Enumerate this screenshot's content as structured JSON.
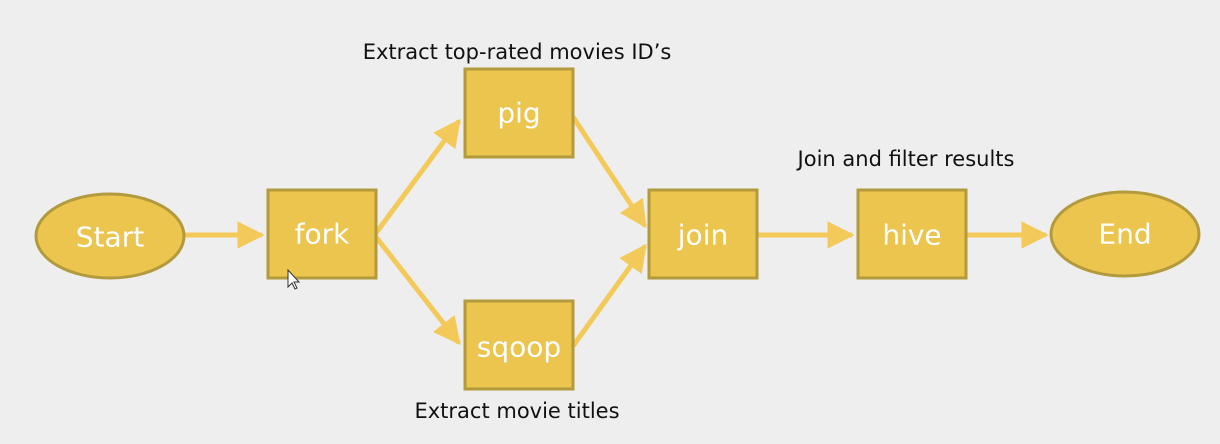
{
  "colors": {
    "background": "#eeeeee",
    "node_fill": "#ecc54e",
    "node_stroke": "#b39a3c",
    "arrow": "#f3ca5a",
    "node_text": "#ffffff",
    "annotation_text": "#111111"
  },
  "nodes": {
    "start": "Start",
    "fork": "fork",
    "pig": "pig",
    "sqoop": "sqoop",
    "join": "join",
    "hive": "hive",
    "end": "End"
  },
  "annotations": {
    "pig": "Extract top-rated movies ID’s",
    "sqoop": "Extract movie titles",
    "hive": "Join and filter results"
  },
  "edges": [
    [
      "start",
      "fork"
    ],
    [
      "fork",
      "pig"
    ],
    [
      "fork",
      "sqoop"
    ],
    [
      "pig",
      "join"
    ],
    [
      "sqoop",
      "join"
    ],
    [
      "join",
      "hive"
    ],
    [
      "hive",
      "end"
    ]
  ],
  "cursor": "arrow-pointer-icon"
}
